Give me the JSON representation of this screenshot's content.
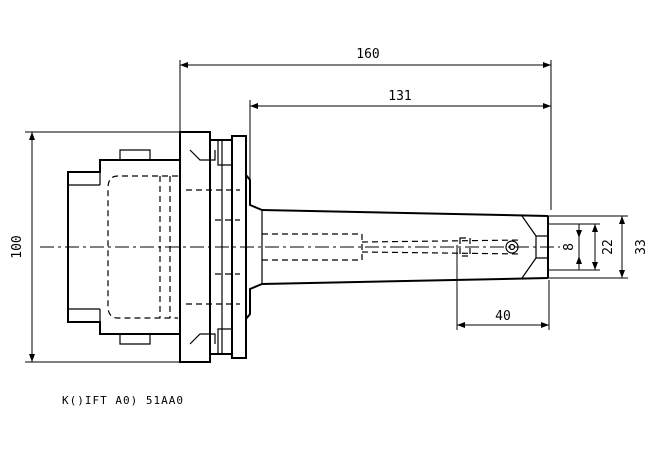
{
  "dimensions": {
    "total_length": "160",
    "shank_length": "131",
    "flange_diameter": "100",
    "bore_diameter": "8",
    "inner_diameter": "22",
    "outer_diameter": "33",
    "clamping_length": "40"
  },
  "caption": "K()IFT A0) 51AA0"
}
